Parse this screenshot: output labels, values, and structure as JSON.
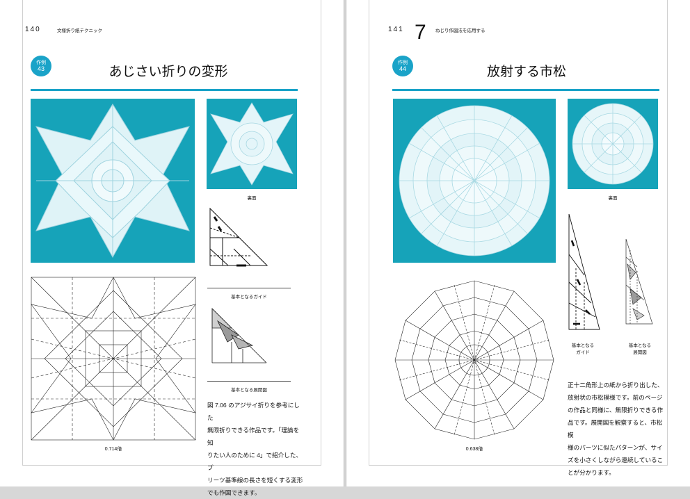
{
  "left_page": {
    "page_number": "140",
    "running_head": "文様折り紙テクニック",
    "badge": {
      "line1": "作例",
      "line2": "43"
    },
    "title": "あじさい折りの変形",
    "caption_back": "裏面",
    "caption_guide": "基本となるガイド",
    "caption_cp": "基本となる展開図",
    "ratio": "0.714倍",
    "body": [
      "図 7.06 のアジサイ折りを参考にした",
      "無限折りできる作品です。「理論を知",
      "りたい人のために 4」で紹介した、プ",
      "リーツ基準線の長さを短くする変形",
      "でも作図できます。"
    ]
  },
  "right_page": {
    "page_number": "141",
    "chapter_number": "7",
    "running_head": "ねじり作図法を応用する",
    "badge": {
      "line1": "作例",
      "line2": "44"
    },
    "title": "放射する市松",
    "caption_back": "裏面",
    "caption_guide": [
      "基本となる",
      "ガイド"
    ],
    "caption_cp": [
      "基本となる",
      "展開図"
    ],
    "ratio": "0.638倍",
    "body": [
      "正十二角形上の紙から折り出した、",
      "放射状の市松模様です。前のページ",
      "の作品と同様に、無限折りできる作",
      "品です。展開図を観察すると、市松模",
      "様のパーツに似たパターンが、サイ",
      "ズを小さくしながら連続しているこ",
      "とが分かります。"
    ]
  },
  "colors": {
    "accent": "#1aa3c8",
    "photo_bg": "#16a3b9",
    "paper": "#dff3f7"
  }
}
